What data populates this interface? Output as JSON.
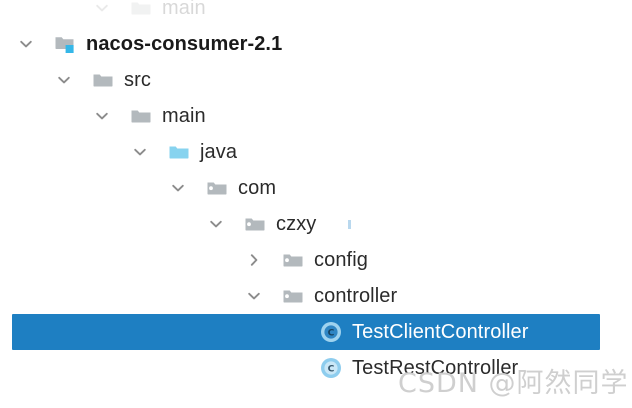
{
  "panel": {
    "name": "project-tree",
    "background": "#ffffff",
    "selection_color": "#1e7fc2",
    "selected_text_color": "#ffffff",
    "text_color": "#2b2b2b"
  },
  "tree": {
    "rows": [
      {
        "label": "main",
        "icon": "folder-icon",
        "twisty": "chevron-down-icon",
        "depth": 2,
        "state": "expanded",
        "partial": true,
        "selected": false
      },
      {
        "label": "nacos-consumer-2.1",
        "icon": "module-folder-icon",
        "twisty": "chevron-down-icon",
        "depth": 0,
        "state": "expanded",
        "partial": false,
        "selected": false
      },
      {
        "label": "src",
        "icon": "folder-icon",
        "twisty": "chevron-down-icon",
        "depth": 1,
        "state": "expanded",
        "partial": false,
        "selected": false
      },
      {
        "label": "main",
        "icon": "folder-icon",
        "twisty": "chevron-down-icon",
        "depth": 2,
        "state": "expanded",
        "partial": false,
        "selected": false
      },
      {
        "label": "java",
        "icon": "source-root-folder-icon",
        "twisty": "chevron-down-icon",
        "depth": 3,
        "state": "expanded",
        "partial": false,
        "selected": false
      },
      {
        "label": "com",
        "icon": "package-folder-icon",
        "twisty": "chevron-down-icon",
        "depth": 4,
        "state": "expanded",
        "partial": false,
        "selected": false
      },
      {
        "label": "czxy",
        "icon": "package-folder-icon",
        "twisty": "chevron-down-icon",
        "depth": 5,
        "state": "expanded",
        "partial": false,
        "selected": false
      },
      {
        "label": "config",
        "icon": "package-folder-icon",
        "twisty": "chevron-right-icon",
        "depth": 6,
        "state": "collapsed",
        "partial": false,
        "selected": false
      },
      {
        "label": "controller",
        "icon": "package-folder-icon",
        "twisty": "chevron-down-icon",
        "depth": 6,
        "state": "expanded",
        "partial": false,
        "selected": false
      },
      {
        "label": "TestClientController",
        "icon": "java-class-icon",
        "twisty": "none",
        "depth": 7,
        "state": "leaf",
        "partial": false,
        "selected": true
      },
      {
        "label": "TestRestController",
        "icon": "java-class-icon",
        "twisty": "none",
        "depth": 7,
        "state": "leaf",
        "partial": false,
        "selected": false
      }
    ]
  },
  "watermark": {
    "text": "CSDN @阿然同学"
  }
}
